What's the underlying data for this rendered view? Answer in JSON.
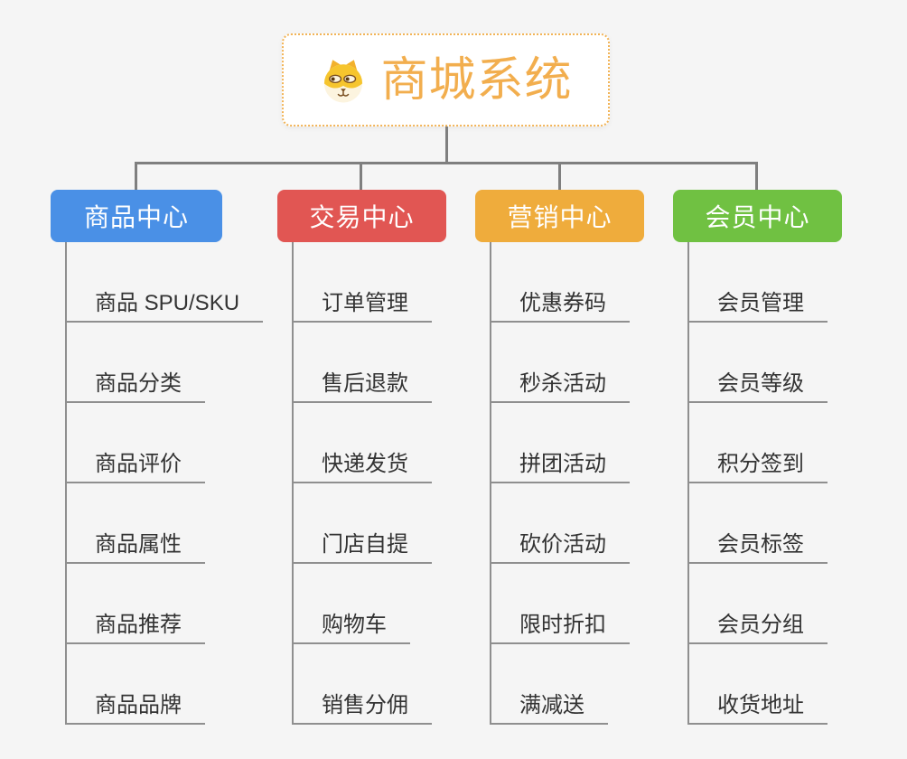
{
  "root": {
    "title": "商城系统",
    "icon": "shiba-dog-icon",
    "accent_color": "#f2ae4e"
  },
  "branches": [
    {
      "label": "商品中心",
      "color": "#4a90e6",
      "items": [
        "商品 SPU/SKU",
        "商品分类",
        "商品评价",
        "商品属性",
        "商品推荐",
        "商品品牌"
      ]
    },
    {
      "label": "交易中心",
      "color": "#e15653",
      "items": [
        "订单管理",
        "售后退款",
        "快递发货",
        "门店自提",
        "购物车",
        "销售分佣"
      ]
    },
    {
      "label": "营销中心",
      "color": "#efac3c",
      "items": [
        "优惠券码",
        "秒杀活动",
        "拼团活动",
        "砍价活动",
        "限时折扣",
        "满减送"
      ]
    },
    {
      "label": "会员中心",
      "color": "#70c142",
      "items": [
        "会员管理",
        "会员等级",
        "积分签到",
        "会员标签",
        "会员分组",
        "收货地址"
      ]
    }
  ],
  "connector_color": "#7f7f7f"
}
